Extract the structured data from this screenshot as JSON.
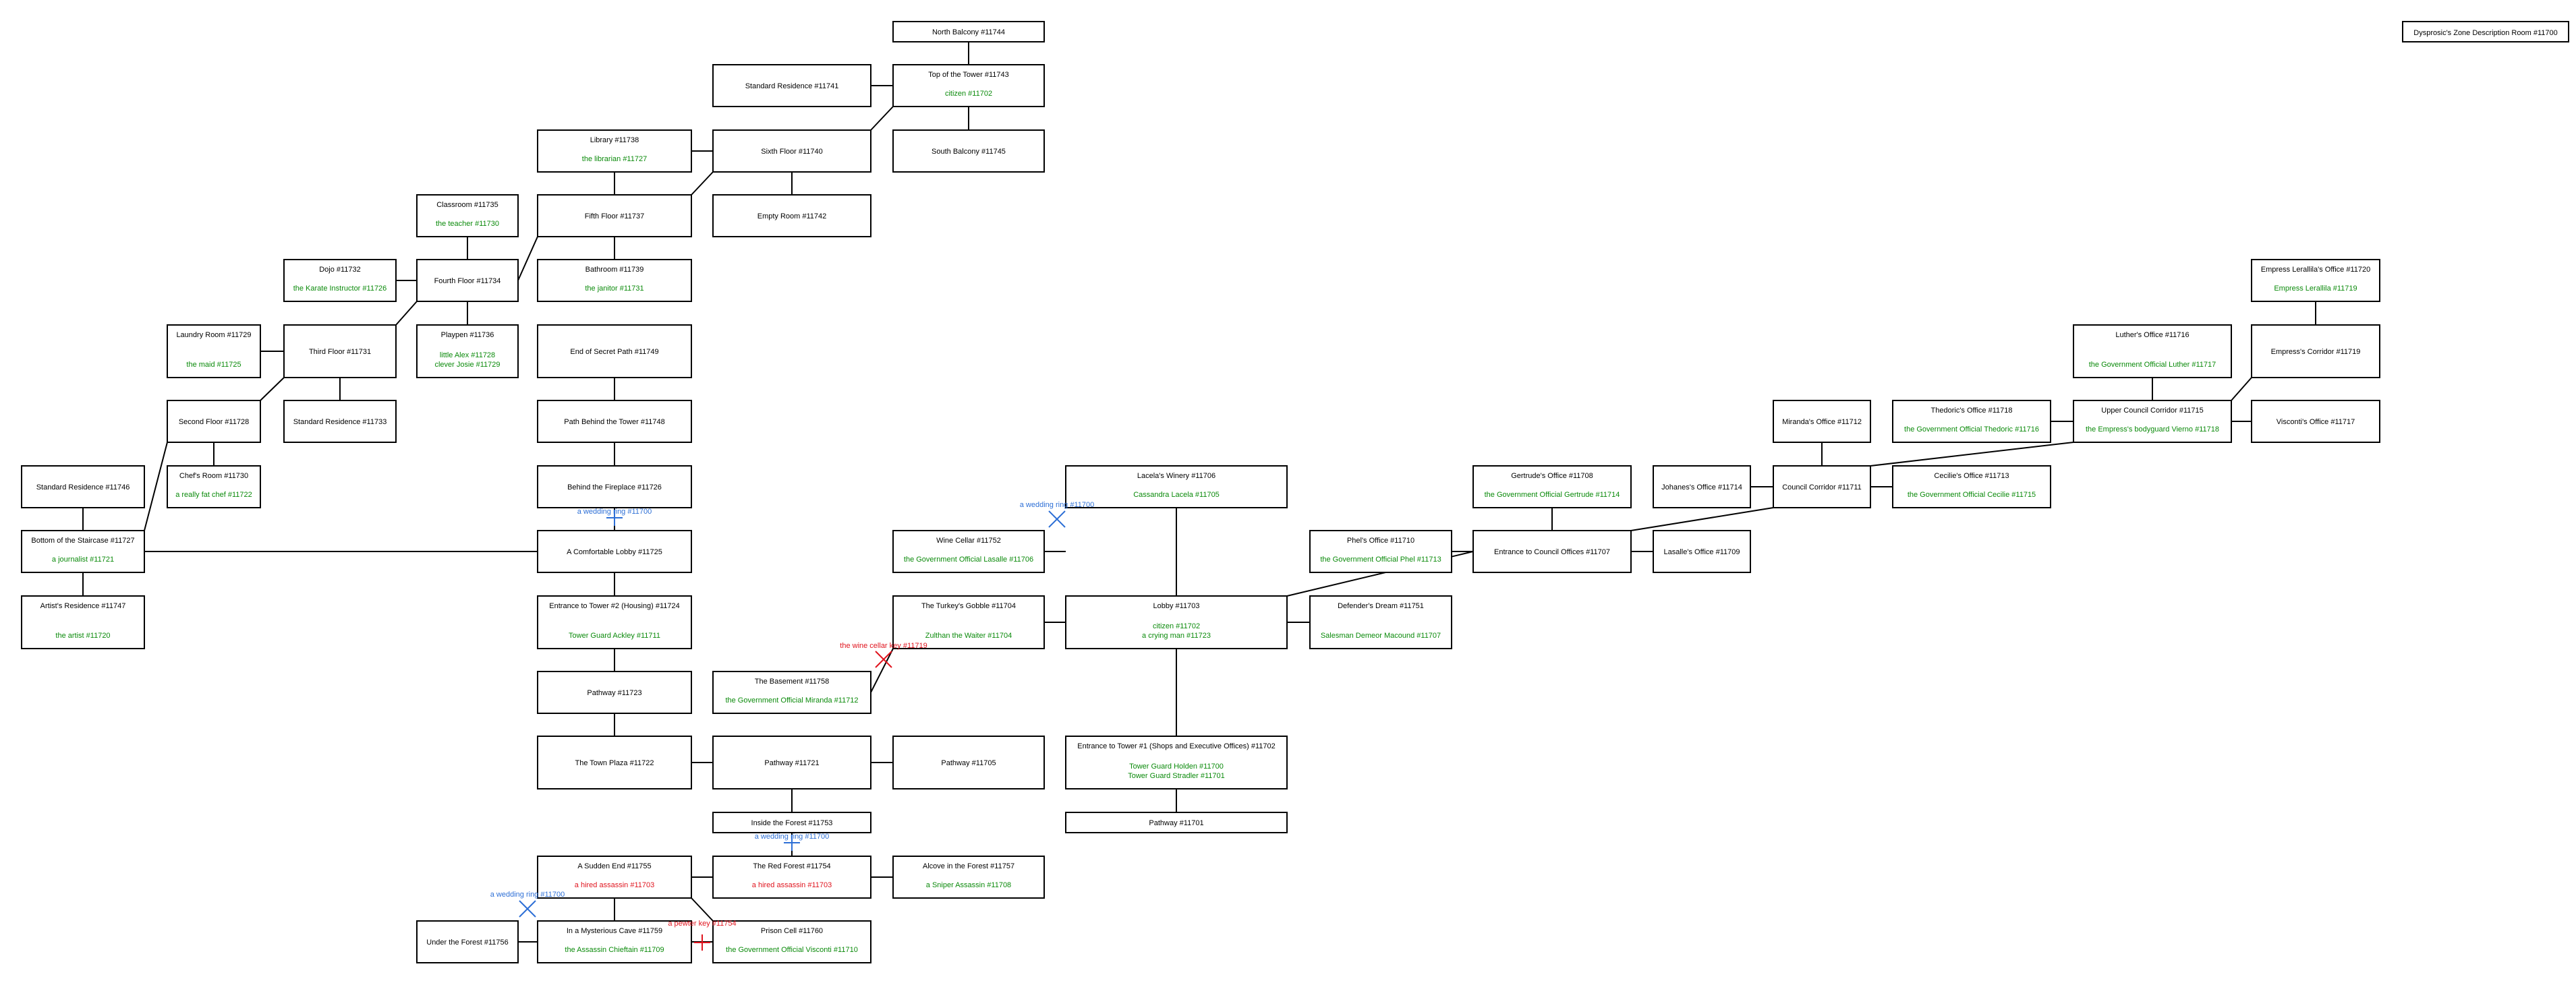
{
  "title": "Dysprosic's Zone Description Room #11700",
  "colors": {
    "npc": "#0a8a0a",
    "hostile": "#e0141e",
    "item": "#2d6fd6",
    "line": "#000000"
  },
  "rooms": [
    {
      "id": "r11744",
      "name": "North Balcony #11744",
      "npcs": []
    },
    {
      "id": "r11741",
      "name": "Standard Residence #11741",
      "npcs": []
    },
    {
      "id": "r11743",
      "name": "Top of the Tower #11743",
      "npcs": [
        {
          "text": "citizen #11702",
          "kind": "npc"
        }
      ]
    },
    {
      "id": "r11738",
      "name": "Library #11738",
      "npcs": [
        {
          "text": "the librarian #11727",
          "kind": "npc"
        }
      ]
    },
    {
      "id": "r11740",
      "name": "Sixth Floor #11740",
      "npcs": []
    },
    {
      "id": "r11745",
      "name": "South Balcony #11745",
      "npcs": []
    },
    {
      "id": "r11735",
      "name": "Classroom #11735",
      "npcs": [
        {
          "text": "the teacher #11730",
          "kind": "npc"
        }
      ]
    },
    {
      "id": "r11737",
      "name": "Fifth Floor #11737",
      "npcs": []
    },
    {
      "id": "r11742",
      "name": "Empty Room #11742",
      "npcs": []
    },
    {
      "id": "r11732",
      "name": "Dojo #11732",
      "npcs": [
        {
          "text": "the Karate Instructor #11726",
          "kind": "npc"
        }
      ]
    },
    {
      "id": "r11734",
      "name": "Fourth Floor #11734",
      "npcs": []
    },
    {
      "id": "r11739",
      "name": "Bathroom #11739",
      "npcs": [
        {
          "text": "the janitor #11731",
          "kind": "npc"
        }
      ]
    },
    {
      "id": "r11729",
      "name": "Laundry Room #11729",
      "npcs": [
        {
          "text": "the maid #11725",
          "kind": "npc"
        }
      ]
    },
    {
      "id": "r11731",
      "name": "Third Floor #11731",
      "npcs": []
    },
    {
      "id": "r11736",
      "name": "Playpen #11736",
      "npcs": [
        {
          "text": "little Alex #11728",
          "kind": "npc"
        },
        {
          "text": "clever Josie #11729",
          "kind": "npc"
        }
      ]
    },
    {
      "id": "r11749",
      "name": "End of Secret Path #11749",
      "npcs": []
    },
    {
      "id": "r11728",
      "name": "Second Floor #11728",
      "npcs": []
    },
    {
      "id": "r11733",
      "name": "Standard Residence #11733",
      "npcs": []
    },
    {
      "id": "r11748",
      "name": "Path Behind the Tower #11748",
      "npcs": []
    },
    {
      "id": "r11746",
      "name": "Standard Residence #11746",
      "npcs": []
    },
    {
      "id": "r11730",
      "name": "Chef's Room #11730",
      "npcs": [
        {
          "text": "a really fat chef #11722",
          "kind": "npc"
        }
      ]
    },
    {
      "id": "r11726",
      "name": "Behind the Fireplace #11726",
      "npcs": []
    },
    {
      "id": "r11727",
      "name": "Bottom of the Staircase #11727",
      "npcs": [
        {
          "text": "a journalist #11721",
          "kind": "npc"
        }
      ]
    },
    {
      "id": "r11725",
      "name": "A Comfortable Lobby #11725",
      "npcs": []
    },
    {
      "id": "r11747",
      "name": "Artist's Residence #11747",
      "npcs": [
        {
          "text": "the artist #11720",
          "kind": "npc"
        }
      ]
    },
    {
      "id": "r11724",
      "name": "Entrance to Tower #2 (Housing) #11724",
      "npcs": [
        {
          "text": "Tower Guard Ackley #11711",
          "kind": "npc"
        }
      ]
    },
    {
      "id": "r11723",
      "name": "Pathway #11723",
      "npcs": []
    },
    {
      "id": "r11758",
      "name": "The Basement #11758",
      "npcs": [
        {
          "text": "the Government Official Miranda #11712",
          "kind": "npc"
        }
      ]
    },
    {
      "id": "r11722",
      "name": "The Town Plaza #11722",
      "npcs": []
    },
    {
      "id": "r11721",
      "name": "Pathway #11721",
      "npcs": []
    },
    {
      "id": "r11753",
      "name": "Inside the Forest #11753",
      "npcs": []
    },
    {
      "id": "r11755",
      "name": "A Sudden End #11755",
      "npcs": [
        {
          "text": "a hired assassin #11703",
          "kind": "hostile"
        }
      ]
    },
    {
      "id": "r11754",
      "name": "The Red Forest #11754",
      "npcs": [
        {
          "text": "a hired assassin #11703",
          "kind": "hostile"
        }
      ]
    },
    {
      "id": "r11757",
      "name": "Alcove in the Forest #11757",
      "npcs": [
        {
          "text": "a Sniper Assassin #11708",
          "kind": "npc"
        }
      ]
    },
    {
      "id": "r11756",
      "name": "Under the Forest #11756",
      "npcs": []
    },
    {
      "id": "r11759",
      "name": "In a Mysterious Cave #11759",
      "npcs": [
        {
          "text": "the Assassin Chieftain #11709",
          "kind": "npc"
        }
      ]
    },
    {
      "id": "r11760",
      "name": "Prison Cell #11760",
      "npcs": [
        {
          "text": "the Government Official Visconti #11710",
          "kind": "npc"
        }
      ]
    },
    {
      "id": "r11706",
      "name": "Lacela's Winery #11706",
      "npcs": [
        {
          "text": "Cassandra Lacela #11705",
          "kind": "npc"
        }
      ]
    },
    {
      "id": "r11752",
      "name": "Wine Cellar #11752",
      "npcs": [
        {
          "text": "the Government Official Lasalle #11706",
          "kind": "npc"
        }
      ]
    },
    {
      "id": "r11704",
      "name": "The Turkey's Gobble #11704",
      "npcs": [
        {
          "text": "Zulthan the Waiter #11704",
          "kind": "npc"
        }
      ]
    },
    {
      "id": "r11703",
      "name": "Lobby #11703",
      "npcs": [
        {
          "text": "citizen #11702",
          "kind": "npc"
        },
        {
          "text": "a crying man #11723",
          "kind": "npc"
        }
      ]
    },
    {
      "id": "r11751",
      "name": "Defender's Dream #11751",
      "npcs": [
        {
          "text": "Salesman Demeor Macound #11707",
          "kind": "npc"
        }
      ]
    },
    {
      "id": "r11705",
      "name": "Pathway #11705",
      "npcs": []
    },
    {
      "id": "r11702",
      "name": "Entrance to Tower #1 (Shops and Executive Offices) #11702",
      "npcs": [
        {
          "text": "Tower Guard Holden #11700",
          "kind": "npc"
        },
        {
          "text": "Tower Guard Stradler #11701",
          "kind": "npc"
        }
      ]
    },
    {
      "id": "r11701",
      "name": "Pathway #11701",
      "npcs": []
    },
    {
      "id": "r11710",
      "name": "Phel's Office #11710",
      "npcs": [
        {
          "text": "the Government Official Phel #11713",
          "kind": "npc"
        }
      ]
    },
    {
      "id": "r11708",
      "name": "Gertrude's Office #11708",
      "npcs": [
        {
          "text": "the Government Official Gertrude #11714",
          "kind": "npc"
        }
      ]
    },
    {
      "id": "r11707",
      "name": "Entrance to Council Offices #11707",
      "npcs": []
    },
    {
      "id": "r11714",
      "name": "Johanes's Office #11714",
      "npcs": []
    },
    {
      "id": "r11709",
      "name": "Lasalle's Office #11709",
      "npcs": []
    },
    {
      "id": "r11712",
      "name": "Miranda's Office #11712",
      "npcs": []
    },
    {
      "id": "r11711",
      "name": "Council Corridor #11711",
      "npcs": []
    },
    {
      "id": "r11713",
      "name": "Cecilie's Office #11713",
      "npcs": [
        {
          "text": "the Government Official Cecilie #11715",
          "kind": "npc"
        }
      ]
    },
    {
      "id": "r11718",
      "name": "Thedoric's Office #11718",
      "npcs": [
        {
          "text": "the Government Official Thedoric #11716",
          "kind": "npc"
        }
      ]
    },
    {
      "id": "r11716",
      "name": "Luther's Office #11716",
      "npcs": [
        {
          "text": "the Government Official Luther #11717",
          "kind": "npc"
        }
      ]
    },
    {
      "id": "r11715",
      "name": "Upper Council Corridor #11715",
      "npcs": [
        {
          "text": "the Empress's bodyguard Vierno #11718",
          "kind": "npc"
        }
      ]
    },
    {
      "id": "r11720",
      "name": "Empress Lerallila's Office #11720",
      "npcs": [
        {
          "text": "Empress Lerallila #11719",
          "kind": "npc"
        }
      ]
    },
    {
      "id": "r11719",
      "name": "Empress's Corridor #11719",
      "npcs": []
    },
    {
      "id": "r11717",
      "name": "Visconti's Office #11717",
      "npcs": []
    }
  ],
  "items": [
    {
      "text": "a wedding ring #11700",
      "kind": "item"
    },
    {
      "text": "a wedding ring #11700",
      "kind": "item"
    },
    {
      "text": "the wine cellar key #11719",
      "kind": "hostile"
    },
    {
      "text": "a wedding ring #11700",
      "kind": "item"
    },
    {
      "text": "a wedding ring #11700",
      "kind": "item"
    },
    {
      "text": "a pewter key #11754",
      "kind": "hostile"
    }
  ]
}
